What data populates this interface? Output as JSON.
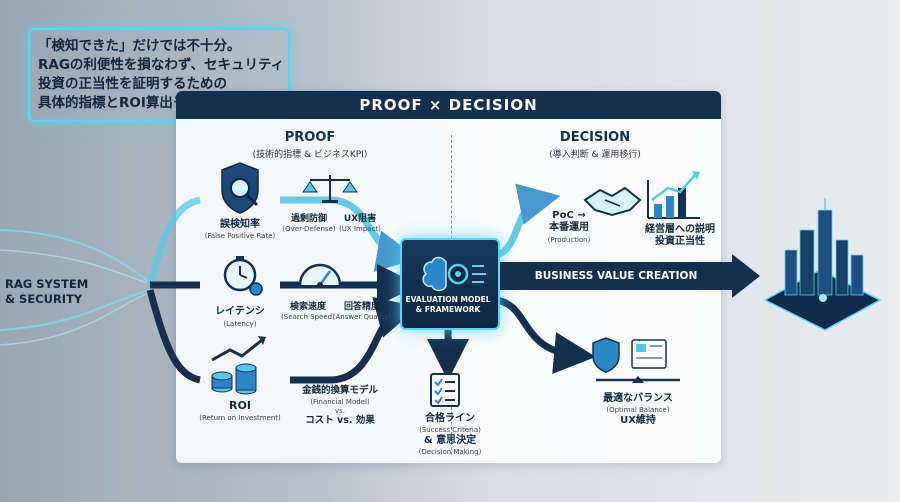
{
  "callout": {
    "text": "「検知できた」だけでは不十分。\nRAGの利便性を損なわず、セキュリティ\n投資の正当性を証明するための\n具体的指標とROI算出モデルを解説。"
  },
  "header": {
    "title": "PROOF × DECISION"
  },
  "input": {
    "label": "RAG SYSTEM\n& SECURITY"
  },
  "proof": {
    "title": "PROOF",
    "subtitle": "(技術的指標 & ビジネスKPI)",
    "false_positive": {
      "label": "誤検知率",
      "sub": "(False Positive Rate)"
    },
    "over_defense": {
      "label": "過剰防御",
      "sub": "(Over-Defense)"
    },
    "ux_impact": {
      "label": "UX阻害",
      "sub": "(UX Impact)"
    },
    "latency": {
      "label": "レイテンシ",
      "sub": "(Latency)"
    },
    "search_speed": {
      "label": "検索速度",
      "sub": "(Search Speed)"
    },
    "answer_quality": {
      "label": "回答精度",
      "sub": "(Answer Quality)"
    },
    "roi": {
      "label": "ROI",
      "sub": "(Return on Investment)"
    },
    "financial": {
      "label": "金銭的換算モデル",
      "sub": "(Financial Model)",
      "vs": "vs.",
      "cost": "コスト vs. 効果"
    }
  },
  "hub": {
    "label": "EVALUATION MODEL\n& FRAMEWORK"
  },
  "success": {
    "label": "合格ライン",
    "sub1": "(Success Criteria)",
    "label2": "& 意思決定",
    "sub2": "(Decision Making)"
  },
  "decision": {
    "title": "DECISION",
    "subtitle": "(導入判断 & 運用移行)",
    "poc": {
      "label": "PoC →\n本番運用",
      "sub": "(Production)"
    },
    "executive": {
      "label": "経営層への説明\n投資正当性"
    },
    "balance": {
      "label": "最適なバランス",
      "sub": "(Optimal Balance)",
      "label2": "UX維持"
    }
  },
  "value_bar": {
    "label": "BUSINESS VALUE CREATION"
  },
  "colors": {
    "navy": "#15304f",
    "cyan": "#55d6f3",
    "blue": "#2a7fbf"
  }
}
